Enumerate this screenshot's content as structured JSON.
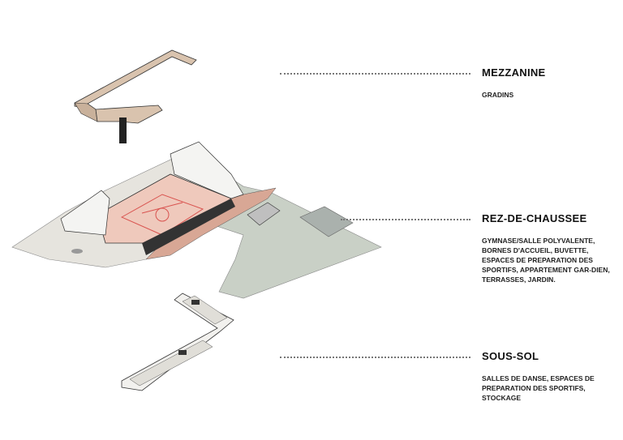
{
  "levels": [
    {
      "title": "MEZZANINE",
      "description": "GRADINS"
    },
    {
      "title": "REZ-DE-CHAUSSEE",
      "description": "GYMNASE/SALLE POLYVALENTE, BORNES D'ACCUEIL, BUVETTE, ESPACES DE PREPARATION DES SPORTIFS, APPARTEMENT GAR-DIEN, TERRASSES, JARDIN."
    },
    {
      "title": "SOUS-SOL",
      "description": "SALLES DE DANSE, ESPACES DE PREPARATION DES SPORTIFS, STOCKAGE"
    }
  ],
  "colors": {
    "wood": "#d9c3ae",
    "court": "#efc9bc",
    "court_lines": "#d9534f",
    "garden": "#c9d0c6",
    "paving": "#e6e4de",
    "terrace": "#d8a795"
  }
}
